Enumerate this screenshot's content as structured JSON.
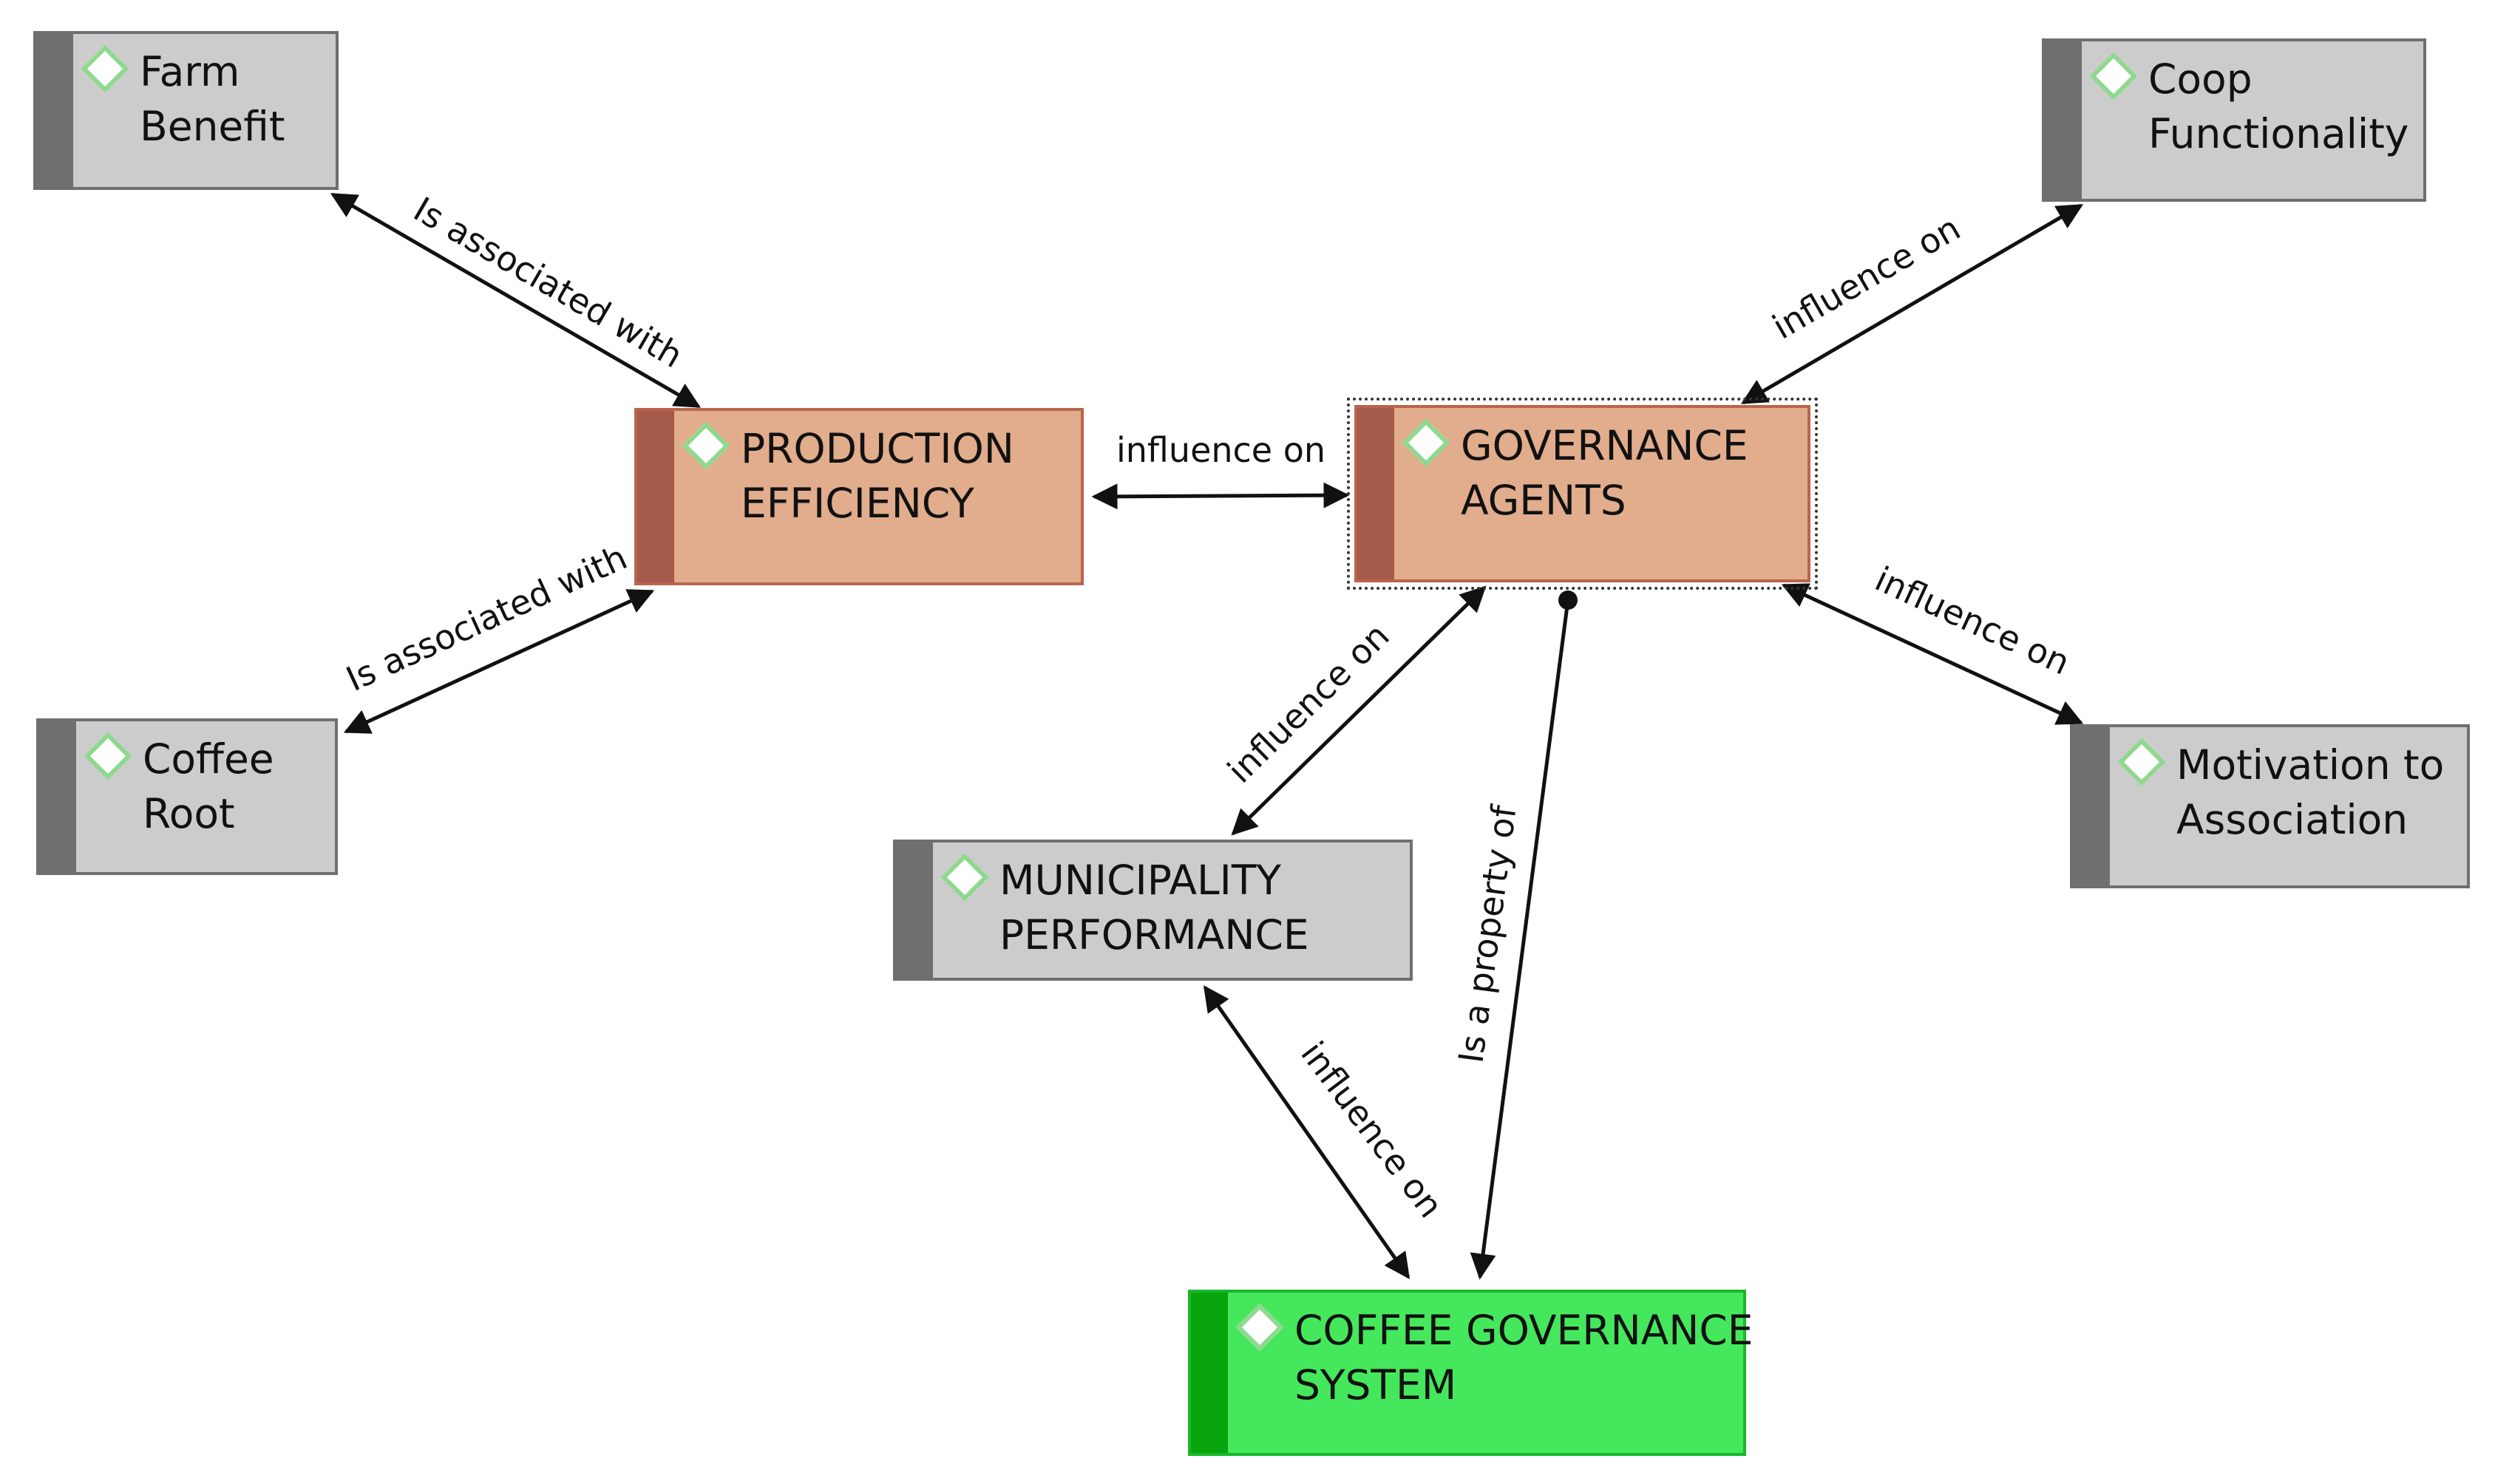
{
  "nodes": {
    "farm_benefit": {
      "label_line1": "Farm",
      "label_line2": "Benefit"
    },
    "coop_functionality": {
      "label_line1": "Coop",
      "label_line2": "Functionality"
    },
    "production_efficiency": {
      "label_line1": "PRODUCTION",
      "label_line2": "EFFICIENCY"
    },
    "governance_agents": {
      "label_line1": "GOVERNANCE",
      "label_line2": "AGENTS"
    },
    "coffee_root": {
      "label_line1": "Coffee",
      "label_line2": "Root"
    },
    "motivation_to_association": {
      "label_line1": "Motivation to",
      "label_line2": "Association"
    },
    "municipality_performance": {
      "label_line1": "MUNICIPALITY",
      "label_line2": "PERFORMANCE"
    },
    "coffee_governance_system": {
      "label_line1": "COFFEE GOVERNANCE",
      "label_line2": "SYSTEM"
    }
  },
  "edges": {
    "farm_to_production": "Is associated with",
    "coffee_root_to_production": "Is associated with",
    "production_to_governance": "influence on",
    "governance_to_coop": "influence on",
    "governance_to_motivation": "influence on",
    "governance_to_municipality": "influence on",
    "governance_to_coffee_system": "Is a property of",
    "municipality_to_coffee_system": "influence on"
  }
}
